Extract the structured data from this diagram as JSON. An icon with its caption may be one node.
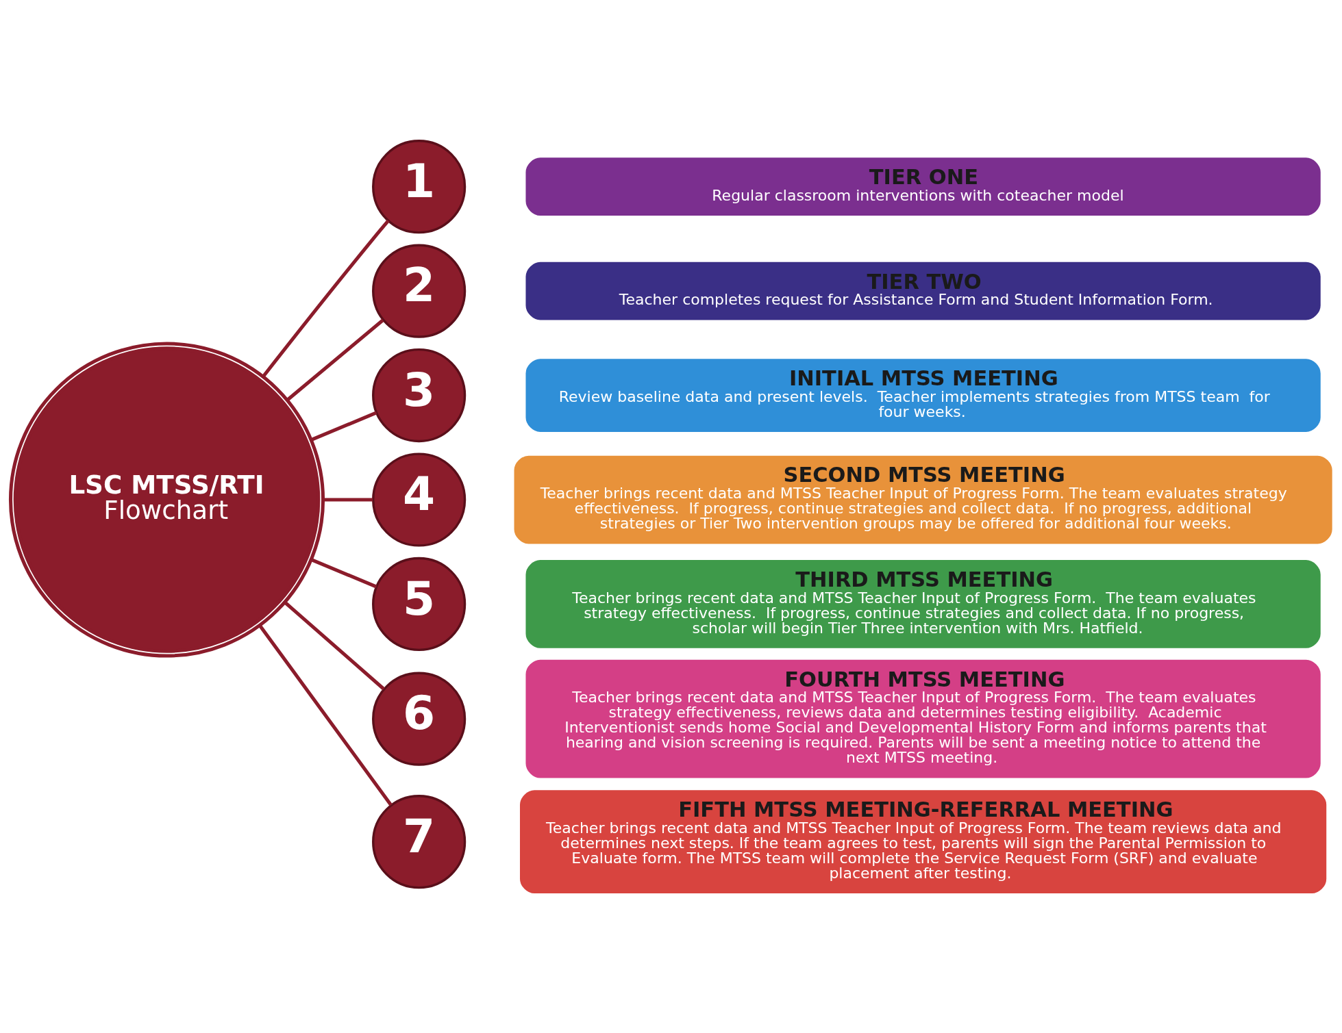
{
  "diagram": {
    "nodes": [
      {
        "text": [
          "LSC MTSS/RTI",
          "Flowchart"
        ]
      },
      {
        "text": [
          "1"
        ]
      },
      {
        "text": [
          "TIER ONE",
          "Regular classroom interventions with coteacher model"
        ]
      },
      {
        "text": [
          "2"
        ]
      },
      {
        "text": [
          "TIER TWO",
          "Teacher completes request for Assistance Form and Student Information Form."
        ]
      },
      {
        "text": [
          "3"
        ]
      },
      {
        "text": [
          "INITIAL MTSS MEETING",
          "Review baseline data and present levels.  Teacher implements strategies from MTSS team  for four weeks."
        ]
      },
      {
        "text": [
          "4"
        ]
      },
      {
        "text": [
          "SECOND MTSS MEETING",
          "Teacher brings recent data and MTSS Teacher Input of Progress Form. The team evaluates strategy effectiveness.  If progress, continue strategies and collect data.  If no progress, additional strategies or Tier Two intervention groups may be offered for additional four weeks."
        ]
      },
      {
        "text": [
          "5"
        ]
      },
      {
        "text": [
          "THIRD MTSS MEETING",
          "Teacher brings recent data and MTSS Teacher Input of Progress Form.  The team evaluates strategy effectiveness.  If progress, continue strategies and collect data. If no progress, scholar will begin Tier Three intervention with Mrs. Hatfield."
        ]
      },
      {
        "text": [
          "6"
        ]
      },
      {
        "text": [
          "FOURTH MTSS MEETING",
          "Teacher brings recent data and MTSS Teacher Input of Progress Form.  The team evaluates strategy effectiveness, reviews data and determines testing eligibility.  Academic Interventionist sends home Social and Developmental History Form and informs parents that hearing and vision screening is required. Parents will be sent a meeting notice to attend the next MTSS meeting."
        ]
      },
      {
        "text": [
          "7"
        ]
      },
      {
        "text": [
          "FIFTH MTSS MEETING-REFERRAL MEETING",
          "Teacher brings recent data and MTSS Teacher Input of Progress Form. The team reviews data and determines next steps. If the team agrees to test, parents will sign the Parental Permission to Evaluate form. The MTSS team will complete the Service Request Form (SRF) and evaluate placement after testing."
        ]
      }
    ],
    "edges": [
      {
        "from": 0,
        "to": 1,
        "arrow": "none"
      },
      {
        "from": 0,
        "to": 3,
        "arrow": "none"
      },
      {
        "from": 0,
        "to": 5,
        "arrow": "none"
      },
      {
        "from": 0,
        "to": 7,
        "arrow": "none"
      },
      {
        "from": 0,
        "to": 9,
        "arrow": "none"
      },
      {
        "from": 0,
        "to": 11,
        "arrow": "none"
      },
      {
        "from": 0,
        "to": 13,
        "arrow": "none"
      }
    ]
  }
}
